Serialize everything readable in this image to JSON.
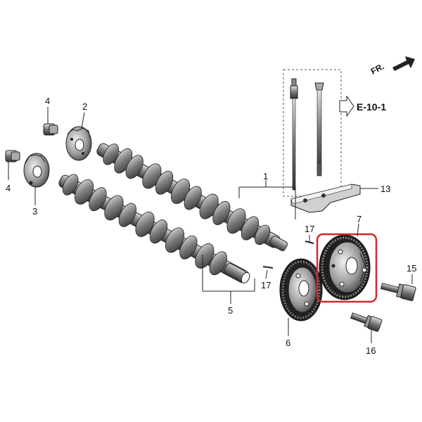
{
  "diagram": {
    "orientation_label": "FR.",
    "reference_label": "E-10-1",
    "highlight_color": "#d8262b",
    "callouts": [
      {
        "id": "c1",
        "label": "1"
      },
      {
        "id": "c2",
        "label": "2"
      },
      {
        "id": "c3",
        "label": "3"
      },
      {
        "id": "c4a",
        "label": "4"
      },
      {
        "id": "c4b",
        "label": "4"
      },
      {
        "id": "c5",
        "label": "5"
      },
      {
        "id": "c6",
        "label": "6"
      },
      {
        "id": "c7",
        "label": "7"
      },
      {
        "id": "c13",
        "label": "13"
      },
      {
        "id": "c15",
        "label": "15"
      },
      {
        "id": "c16",
        "label": "16"
      },
      {
        "id": "c17a",
        "label": "17"
      },
      {
        "id": "c17b",
        "label": "17"
      }
    ]
  }
}
